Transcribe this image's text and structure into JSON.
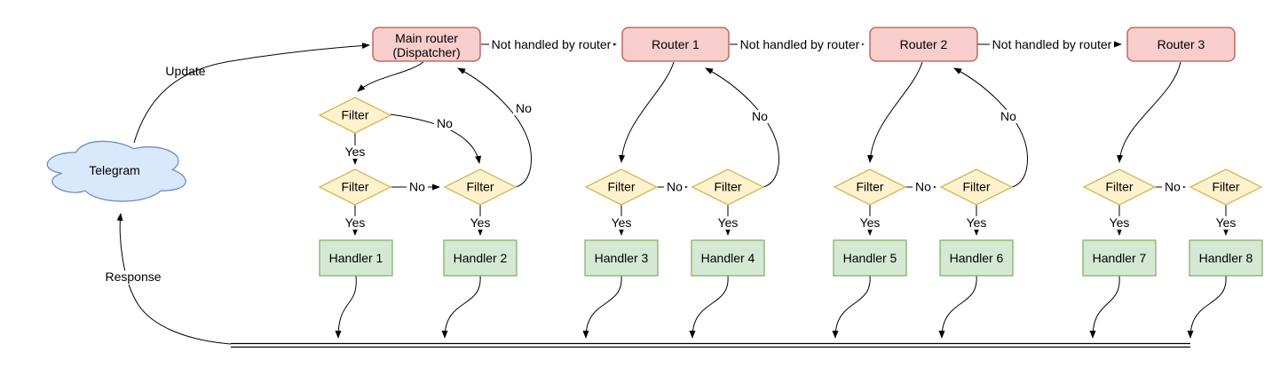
{
  "colors": {
    "canvas_bg": "#ffffff",
    "edge_stroke": "#000000",
    "router_fill": "#f8cecc",
    "router_stroke": "#b85450",
    "filter_fill": "#fff2cc",
    "filter_stroke": "#d6b656",
    "handler_fill": "#d5e8d4",
    "handler_stroke": "#82b366",
    "cloud_fill": "#dae8fc",
    "cloud_stroke": "#6c8ebf"
  },
  "labels": {
    "telegram": "Telegram",
    "update": "Update",
    "response": "Response",
    "not_handled": "Not handled by router",
    "yes": "Yes",
    "no": "No",
    "filter": "Filter"
  },
  "routers": [
    {
      "title": "Main router",
      "subtitle": "(Dispatcher)"
    },
    {
      "title": "Router 1"
    },
    {
      "title": "Router 2"
    },
    {
      "title": "Router 3"
    }
  ],
  "handlers": [
    "Handler 1",
    "Handler 2",
    "Handler 3",
    "Handler 4",
    "Handler 5",
    "Handler 6",
    "Handler 7",
    "Handler 8"
  ]
}
